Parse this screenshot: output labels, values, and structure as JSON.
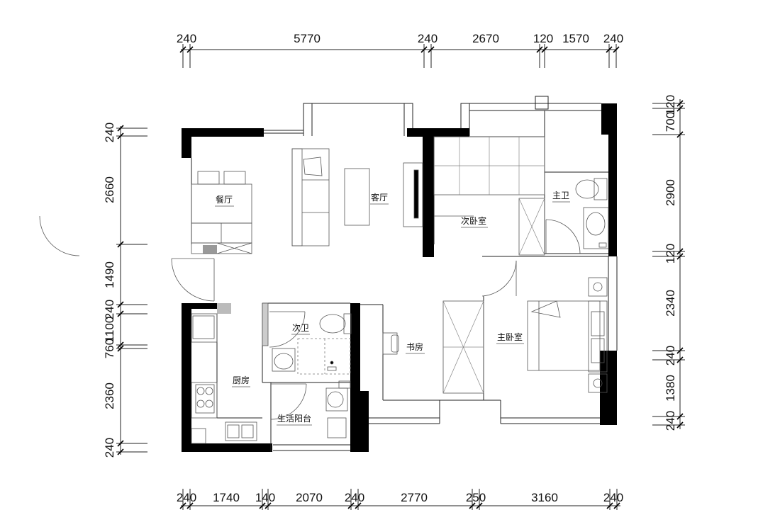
{
  "rooms": {
    "dining": "餐厅",
    "living": "客厅",
    "second_bedroom": "次卧室",
    "master_bath": "主卫",
    "secondary_bath": "次卫",
    "study": "书房",
    "master_bedroom": "主卧室",
    "kitchen": "厨房",
    "utility_balcony": "生活阳台"
  },
  "dimensions": {
    "top": [
      "240",
      "5770",
      "240",
      "2670",
      "120",
      "1570",
      "240"
    ],
    "bottom": [
      "240",
      "1740",
      "140",
      "2070",
      "240",
      "2770",
      "250",
      "3160",
      "240"
    ],
    "left": [
      "240",
      "2660",
      "1490",
      "240",
      "1100",
      "760",
      "2360",
      "240"
    ],
    "right": [
      "120",
      "700",
      "2900",
      "120",
      "2340",
      "240",
      "1380",
      "240"
    ]
  }
}
